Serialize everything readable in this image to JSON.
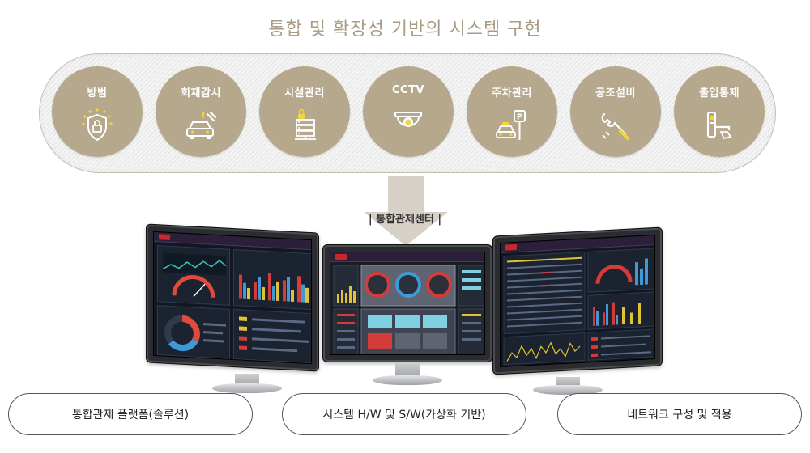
{
  "header": {
    "title": "통합 및 확장성 기반의 시스템 구현"
  },
  "categories": [
    {
      "label": "방범",
      "icon": "shield-lock-icon"
    },
    {
      "label": "회재감시",
      "icon": "car-fire-wrench-icon"
    },
    {
      "label": "시설관리",
      "icon": "server-lock-icon"
    },
    {
      "label": "CCTV",
      "icon": "dome-camera-icon"
    },
    {
      "label": "주차관리",
      "icon": "parking-taxi-icon"
    },
    {
      "label": "공조설비",
      "icon": "wrench-icon"
    },
    {
      "label": "출입통제",
      "icon": "door-handle-icon"
    }
  ],
  "center": {
    "label": "| 통합관제센터 |"
  },
  "bottom": [
    {
      "label": "통합관제 플랫폼(솔루션)"
    },
    {
      "label": "시스템 H/W 및 S/W(가상화 기반)"
    },
    {
      "label": "네트워크 구성 및 적용"
    }
  ],
  "colors": {
    "circle": "#b6a88d",
    "title": "#a99b85",
    "arrow": "#d6d0c6"
  }
}
